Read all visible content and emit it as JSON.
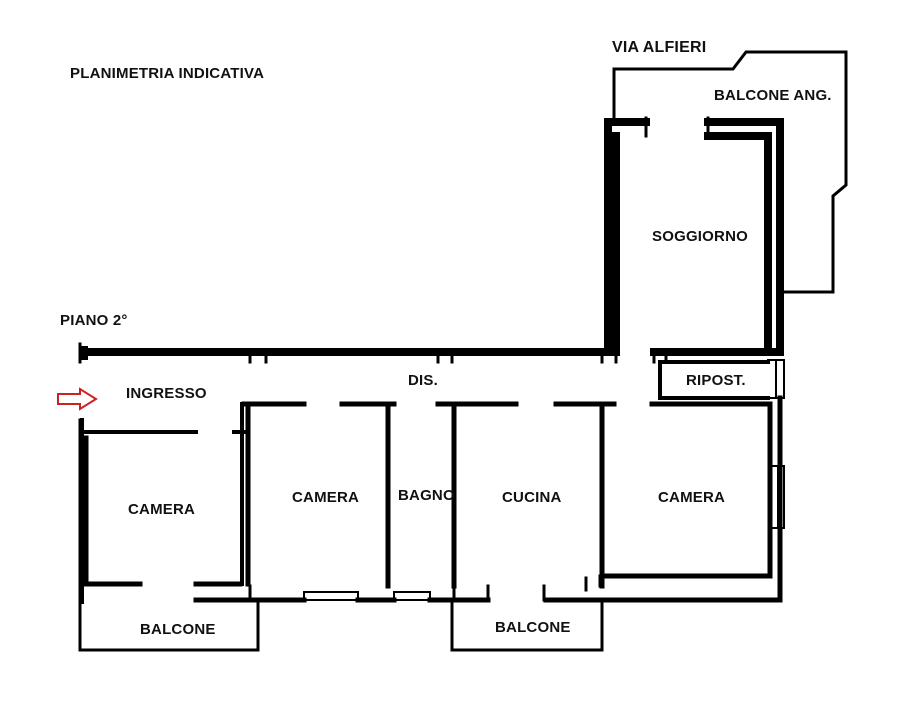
{
  "title": "PLANIMETRIA INDICATIVA",
  "street": "VIA ALFIERI",
  "floor": "PIANO 2°",
  "colors": {
    "wall": "#000000",
    "background": "#ffffff",
    "entry_arrow": "#cc2222"
  },
  "icons": {
    "entry": "right-arrow-icon"
  },
  "rooms": {
    "balcone_ang": "BALCONE ANG.",
    "soggiorno": "SOGGIORNO",
    "ripost": "RIPOST.",
    "ingresso": "INGRESSO",
    "dis": "DIS.",
    "camera_left": "CAMERA",
    "camera_mid": "CAMERA",
    "bagno": "BAGNO",
    "cucina": "CUCINA",
    "camera_right": "CAMERA",
    "balcone_left": "BALCONE",
    "balcone_mid": "BALCONE"
  }
}
